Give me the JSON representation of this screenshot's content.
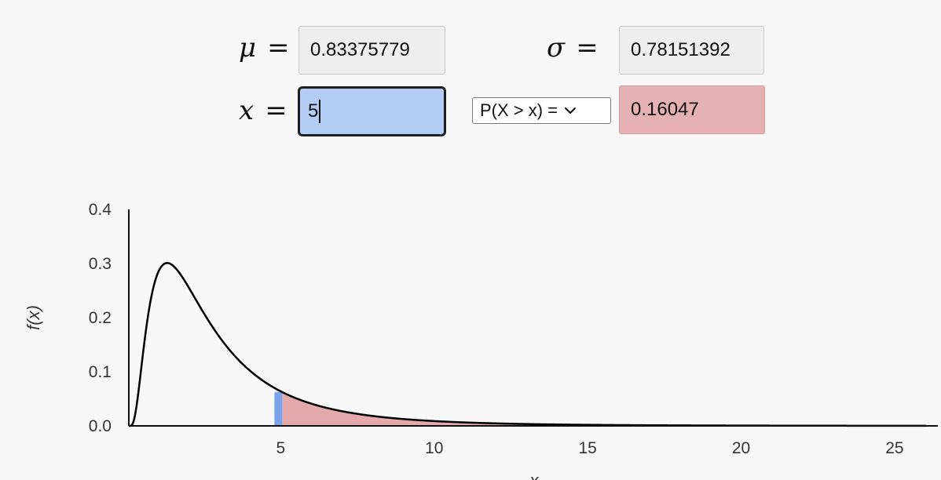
{
  "controls": {
    "mu": {
      "symbol": "μ",
      "equals": "=",
      "value": "0.83375779"
    },
    "sigma": {
      "symbol": "σ",
      "equals": "=",
      "value": "0.78151392"
    },
    "x": {
      "symbol": "x",
      "equals": "=",
      "value": "5"
    },
    "probability_type": {
      "selected": "P(X > x) ="
    },
    "probability_value": "0.16047"
  },
  "colors": {
    "x_marker": "#7aa3ea",
    "tail_fill": "#e4aaab",
    "curve": "#000000"
  },
  "chart_data": {
    "type": "line",
    "distribution": "lognormal",
    "params": {
      "mu": 0.83375779,
      "sigma": 0.78151392
    },
    "xlabel": "x",
    "ylabel": "f(x)",
    "xlim": [
      0,
      26
    ],
    "ylim": [
      0,
      0.4
    ],
    "xticks": [
      5,
      10,
      15,
      20,
      25
    ],
    "yticks": [
      0.0,
      0.1,
      0.2,
      0.3,
      0.4
    ],
    "ytick_labels": [
      "0.0",
      "0.1",
      "0.2",
      "0.3",
      "0.4"
    ],
    "marker_x": 5,
    "shaded_region": {
      "from": 5,
      "to": 26,
      "direction": "right",
      "area": 0.16047
    },
    "grid": false
  }
}
